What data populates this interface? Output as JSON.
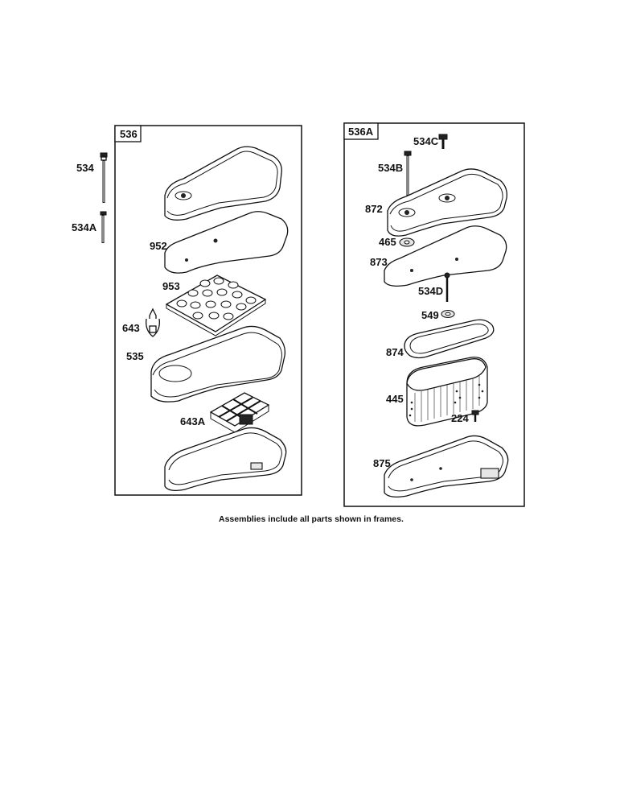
{
  "frames": {
    "left": {
      "label": "536"
    },
    "right": {
      "label": "536A"
    }
  },
  "parts": {
    "p534": "534",
    "p534A": "534A",
    "p952": "952",
    "p953": "953",
    "p643": "643",
    "p535": "535",
    "p643A": "643A",
    "p534C": "534C",
    "p534B": "534B",
    "p872": "872",
    "p465": "465",
    "p873": "873",
    "p534D": "534D",
    "p549": "549",
    "p874": "874",
    "p445": "445",
    "p224": "224",
    "p875": "875"
  },
  "caption": "Assemblies include all parts shown in frames."
}
